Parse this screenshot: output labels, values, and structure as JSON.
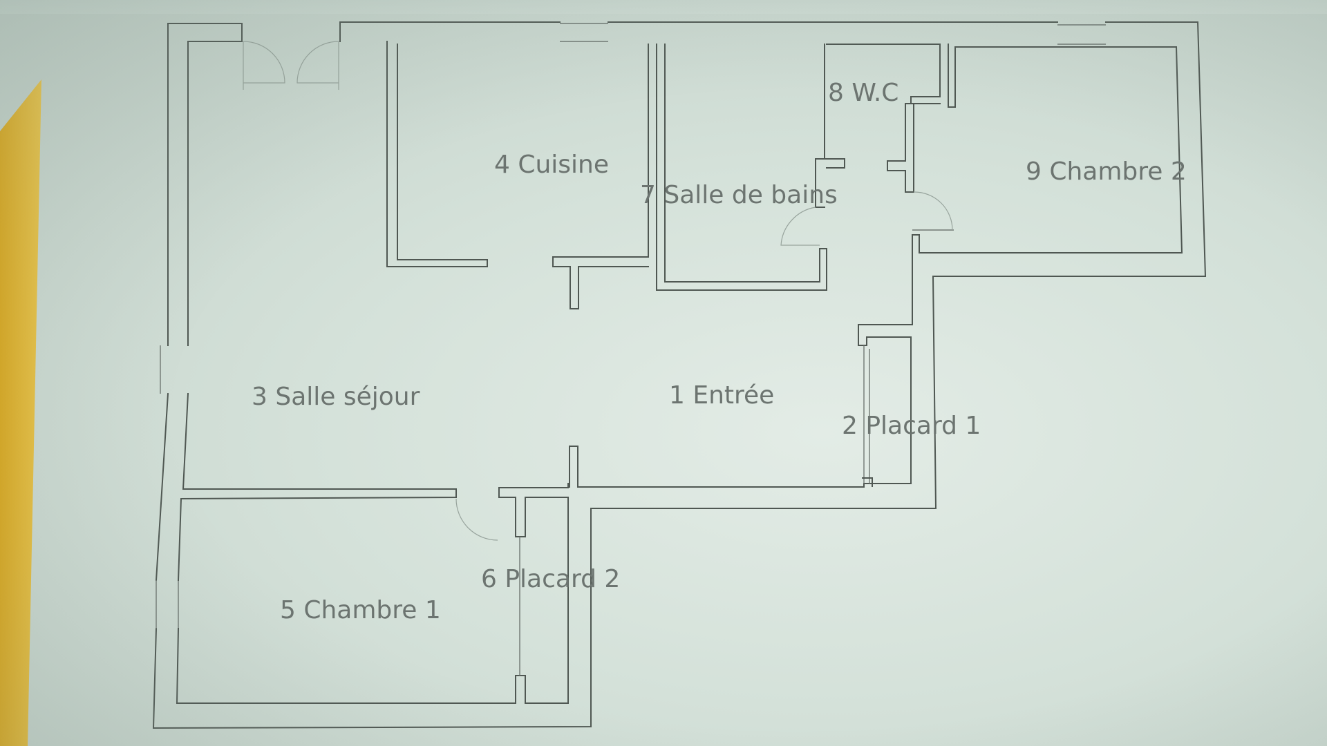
{
  "floorplan": {
    "rooms": [
      {
        "label": "1 Entrée"
      },
      {
        "label": "2 Placard 1"
      },
      {
        "label": "3 Salle séjour"
      },
      {
        "label": "4 Cuisine"
      },
      {
        "label": "5 Chambre 1"
      },
      {
        "label": "6 Placard 2"
      },
      {
        "label": "7 Salle de bains"
      },
      {
        "label": "8 W.C"
      },
      {
        "label": "9 Chambre 2"
      }
    ]
  },
  "colors": {
    "paper": "#d4e1d9",
    "wall_line": "#4f5752",
    "label_text": "#6c7470",
    "edge_yellow": "#e6b82e"
  }
}
